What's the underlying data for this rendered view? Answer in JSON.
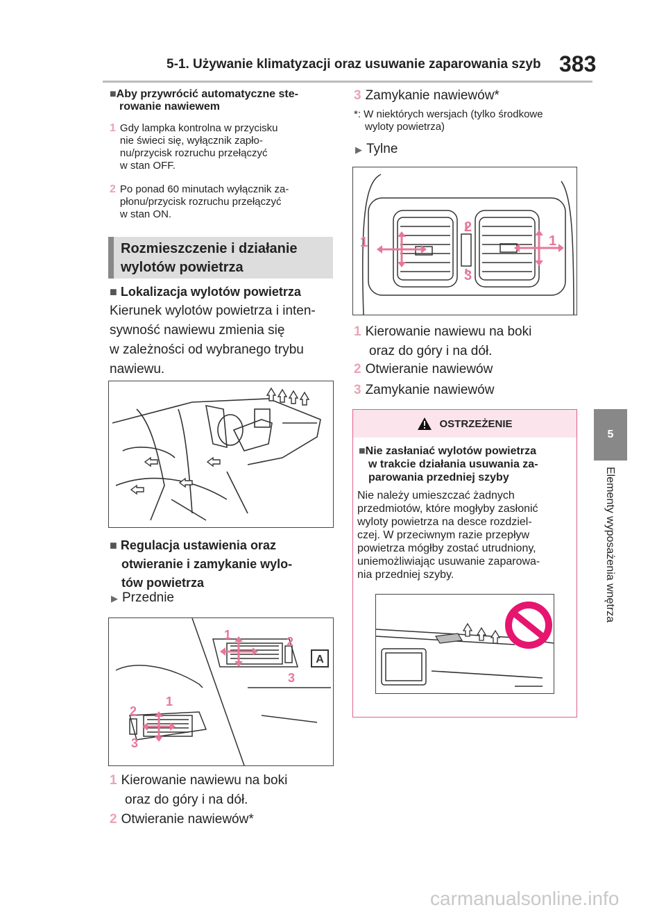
{
  "header": {
    "section_title": "5-1. Używanie klimatyzacji oraz usuwanie zaparowania szyb",
    "page_number": "383"
  },
  "side_tab": {
    "chapter": "5",
    "label": "Elementy wyposażenia wnętrza"
  },
  "left": {
    "auto_heading_1": "Aby przywrócić automatyczne ste-",
    "auto_heading_2": "rowanie nawiewem",
    "step1_lines": [
      "Gdy lampka kontrolna w przycisku",
      "nie świeci się, wyłącznik zapło-",
      "nu/przycisk rozruchu przełączyć",
      "w stan OFF."
    ],
    "step2_lines": [
      "Po ponad 60 minutach wyłącznik za-",
      "płonu/przycisk rozruchu przełączyć",
      "w stan ON."
    ],
    "section_title_1": "Rozmieszczenie i działanie",
    "section_title_2": "wylotów powietrza",
    "loc_heading": "Lokalizacja wylotów powietrza",
    "loc_text": [
      "Kierunek wylotów powietrza i inten-",
      "sywność nawiewu zmienia się",
      "w zależności od wybranego trybu",
      "nawiewu."
    ],
    "adj_heading": [
      "Regulacja ustawienia oraz",
      "otwieranie i zamykanie wylo-",
      "tów powietrza"
    ],
    "front_label": "Przednie",
    "front_fig_labels": {
      "one_a": "1",
      "two_a": "2",
      "three_a": "3",
      "one_b": "1",
      "two_b": "2",
      "three_b": "3",
      "a": "A"
    },
    "front_items": [
      {
        "num": "1",
        "lines": [
          "Kierowanie nawiewu na boki",
          "oraz do góry i na dół."
        ]
      },
      {
        "num": "2",
        "lines": [
          "Otwieranie nawiewów*"
        ]
      }
    ]
  },
  "right": {
    "item3_num": "3",
    "item3_text": "Zamykanie nawiewów*",
    "footnote_lines": [
      "*: W niektórych wersjach (tylko środkowe",
      "wyloty powietrza)"
    ],
    "rear_label": "Tylne",
    "rear_fig_labels": {
      "one_l": "1",
      "one_r": "1",
      "two": "2",
      "three": "3"
    },
    "rear_items": [
      {
        "num": "1",
        "lines": [
          "Kierowanie nawiewu na boki",
          "oraz do góry i na dół."
        ]
      },
      {
        "num": "2",
        "lines": [
          "Otwieranie nawiewów"
        ]
      },
      {
        "num": "3",
        "lines": [
          "Zamykanie nawiewów"
        ]
      }
    ],
    "warning": {
      "title": "OSTRZEŻENIE",
      "heading": [
        "Nie zasłaniać wylotów powietrza",
        "w trakcie działania usuwania za-",
        "parowania przedniej szyby"
      ],
      "text": [
        "Nie należy umieszczać żadnych",
        "przedmiotów, które mogłyby zasłonić",
        "wyloty powietrza na desce rozdziel-",
        "czej. W przeciwnym razie przepływ",
        "powietrza mógłby zostać utrudniony,",
        "uniemożliwiając usuwanie zaparowa-",
        "nia przedniej szyby."
      ]
    }
  },
  "watermark": "carmanualsonline.info",
  "colors": {
    "accent_pink": "#e67898",
    "warning_bg": "#fbe4eb",
    "tab_gray": "#888888"
  }
}
